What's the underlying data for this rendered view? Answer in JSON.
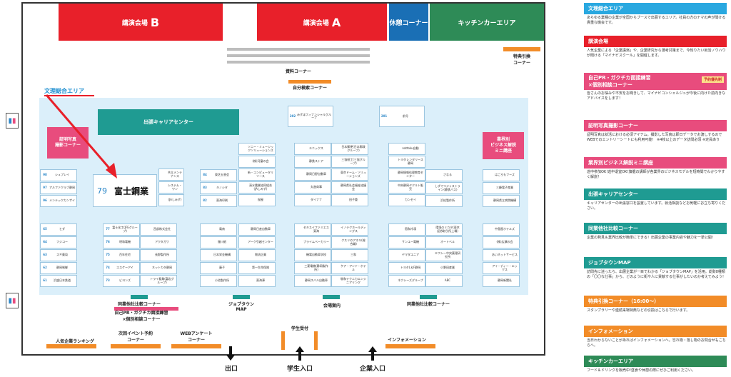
{
  "top_zones": {
    "lecture_b": "講演会場",
    "lecture_b_letter": "B",
    "lecture_a": "講演会場",
    "lecture_a_letter": "A",
    "rest": "休憩コーナー",
    "kitchen": "キッチンカーエリア"
  },
  "labels": {
    "special_exchange": "特典引換\nコーナー",
    "materials": "資料コーナー",
    "self_search": "自分検索コーナー",
    "bunri_area": "文理総合エリア",
    "career_center": "出張キャリアセンター",
    "photo": "証明写真\n撮影コーナー",
    "industry_mini": "業界別\nビジネス解説\nミニ講座",
    "compare_left": "同業他社比較コーナー",
    "pr_gachi": "自己PR・ガクチカ面接練習\n×個別相談コーナー",
    "jobtown": "ジョブタウン\nMAP",
    "venue_guide": "会場案内",
    "compare_right": "同業他社比較コーナー",
    "student_reception": "学生受付",
    "popular_ranking": "人気企業ランキング",
    "next_event": "次回イベント予約\nコーナー",
    "web_survey": "WEBアンケート\nコーナー",
    "information": "インフォメーション",
    "exit": "出口",
    "student_entrance": "学生入口",
    "company_entrance": "企業入口"
  },
  "highlight": {
    "number": "79",
    "name": "富士鋼業"
  },
  "booths": [
    {
      "n": "98",
      "name": "シュプレイ"
    },
    {
      "n": "97",
      "name": "アルファクラブ静岡"
    },
    {
      "n": "96",
      "name": "メンテックカンザイ"
    },
    {
      "n": "",
      "name": "共立メンテナンス"
    },
    {
      "n": "",
      "name": "システム・ワン"
    },
    {
      "n": "",
      "name": "(JAしみず)"
    },
    {
      "n": "84",
      "name": "東芝五香会"
    },
    {
      "n": "83",
      "name": "キノシタ"
    },
    {
      "n": "82",
      "name": "東海印刷"
    },
    {
      "n": "",
      "name": "ソニー・ミュージックソリューションズ"
    },
    {
      "n": "",
      "name": "(株)河童の会"
    },
    {
      "n": "",
      "name": "新・コンピュータリソース"
    },
    {
      "n": "",
      "name": "清水農業協同組合(JAしみず)"
    },
    {
      "n": "",
      "name": "桜屋"
    },
    {
      "n": "",
      "name": "ユニックス"
    },
    {
      "n": "",
      "name": "静鉄ストア"
    },
    {
      "n": "",
      "name": "静岡日野自動車"
    },
    {
      "n": "",
      "name": "丸進商事"
    },
    {
      "n": "",
      "name": "ダイナナ"
    },
    {
      "n": "",
      "name": "日本郵便(日本郵政グループ)"
    },
    {
      "n": "",
      "name": "三協紙工(三協グループ)"
    },
    {
      "n": "",
      "name": "東京ドーム・ソリューションズ"
    },
    {
      "n": "",
      "name": "静岡県社会福祉協議会"
    },
    {
      "n": "",
      "name": "田子重"
    },
    {
      "n": "",
      "name": "nattoku自動"
    },
    {
      "n": "",
      "name": "トヨタレンタリース静岡"
    },
    {
      "n": "",
      "name": "静岡情報処理教育センター"
    },
    {
      "n": "",
      "name": "中央静岡ヤクルト販売"
    },
    {
      "n": "",
      "name": "カンセイ"
    },
    {
      "n": "",
      "name": "さなる"
    },
    {
      "n": "",
      "name": "しずてつジャストライン(静鉄バス)"
    },
    {
      "n": "",
      "name": "浜松製作所"
    },
    {
      "n": "",
      "name": "はごろもフーズ"
    },
    {
      "n": "",
      "name": "三峰電子産業"
    },
    {
      "n": "",
      "name": "静岡県立病院機構"
    },
    {
      "n": "202",
      "name": "みずほフィナンシャルグループ"
    },
    {
      "n": "201",
      "name": "前号"
    },
    {
      "n": "65",
      "name": "ヒダ"
    },
    {
      "n": "64",
      "name": "フジコー"
    },
    {
      "n": "63",
      "name": "スギ薬局"
    },
    {
      "n": "62",
      "name": "静岡制御"
    },
    {
      "n": "61",
      "name": "浜盛日本鉄道"
    },
    {
      "n": "77",
      "name": "富士化工(JFEグループ)"
    },
    {
      "n": "76",
      "name": "明和電機"
    },
    {
      "n": "75",
      "name": "百年住宅"
    },
    {
      "n": "74",
      "name": "エスケーアイ"
    },
    {
      "n": "73",
      "name": "ビヨンズ"
    },
    {
      "n": "",
      "name": "西部株式会社"
    },
    {
      "n": "",
      "name": "アクタガワ"
    },
    {
      "n": "",
      "name": "長野製作所"
    },
    {
      "n": "",
      "name": "ネットカタ静岡"
    },
    {
      "n": "",
      "name": "トライ看業(富岩グループ)"
    },
    {
      "n": "",
      "name": "電南"
    },
    {
      "n": "",
      "name": "服川紙"
    },
    {
      "n": "",
      "name": "日本栄金機構"
    },
    {
      "n": "",
      "name": "藤子"
    },
    {
      "n": "",
      "name": "小池製作所"
    },
    {
      "n": "",
      "name": "静岡日産自動車"
    },
    {
      "n": "",
      "name": "アーク引越センター"
    },
    {
      "n": "",
      "name": "物流企業"
    },
    {
      "n": "",
      "name": "第一生命保険"
    },
    {
      "n": "",
      "name": "東海澤"
    },
    {
      "n": "",
      "name": "セキスイファミエス東海"
    },
    {
      "n": "",
      "name": "プライムベーカリー"
    },
    {
      "n": "",
      "name": "機電自動車学校"
    },
    {
      "n": "",
      "name": "三菱電機(静岡製作所)"
    },
    {
      "n": "",
      "name": "静岡スバル自動車"
    },
    {
      "n": "",
      "name": "イノテクホールディングス"
    },
    {
      "n": "",
      "name": "クスリのアオキ(総合職)"
    },
    {
      "n": "",
      "name": "三和"
    },
    {
      "n": "",
      "name": "ケア・アンド・ホテル"
    },
    {
      "n": "",
      "name": "駿和テクニカエンジニアリング"
    },
    {
      "n": "",
      "name": "宿和冷凍"
    },
    {
      "n": "",
      "name": "サンユー電機"
    },
    {
      "n": "",
      "name": "ヤマダユニア"
    },
    {
      "n": "",
      "name": "トヨタL＆F静岡"
    },
    {
      "n": "",
      "name": "ネクシーズグループ"
    },
    {
      "n": "",
      "name": "環境のミカタ(東京証券取引所上場)"
    },
    {
      "n": "",
      "name": "オートベル"
    },
    {
      "n": "",
      "name": "エフシー中央薬理研究所"
    },
    {
      "n": "",
      "name": "小野田産業"
    },
    {
      "n": "",
      "name": "ABC"
    },
    {
      "n": "",
      "name": "中島屋ホテルズ"
    },
    {
      "n": "",
      "name": "(株)広瀬の会"
    },
    {
      "n": "",
      "name": "あいネットサービス"
    },
    {
      "n": "",
      "name": "アイ・ディー・エックス"
    },
    {
      "n": "",
      "name": "静岡新聞社"
    }
  ],
  "legend": [
    {
      "title": "文理総合エリア",
      "color": "#29a8e0",
      "desc": "あらゆる業種の企業が全国からブースで出展するエリア。社員の方のナマの声が聞ける貴重な機会です。"
    },
    {
      "title": "講演会場",
      "color": "#e8202a",
      "desc": "人気企業による「企業講演」や、企業研究から選考対策まで、今知りたい就活ノウハウが聞ける「マイナビスクール」を開催します。"
    },
    {
      "title": "自己PR・ガクチカ面接練習\n×個別相談コーナー",
      "color": "#e84c7d",
      "badge": "予約優先制",
      "desc": "皆さんのお悩みや不安をお聞きして、マイナビコンシェルジュが今後に向けた前向きなアドバイスをします！"
    },
    {
      "title": "証明写真撮影コーナー",
      "color": "#e84c7d",
      "desc": "証明写真は就活における必須アイテム。撮影した写真は即日データでお渡しするので WEBでのエントリーシートにも利用可能！ ※4枚以上のデータ訪問必須 ※定員あり"
    },
    {
      "title": "業界別ビジネス解説ミニ講座",
      "color": "#e84c7d",
      "desc": "途中参加OK!途中退室OK!旗艦の講師が各業界のビジネスモデルを短時間でわかりやすく解説！"
    },
    {
      "title": "出張キャリアセンター",
      "color": "#1f9b92",
      "desc": "キャリアセンターの出張窓口を設置しています。就活相談などお気軽にお立ち寄りください。"
    },
    {
      "title": "同業他社比較コーナー",
      "color": "#1f9b92",
      "desc": "企業の発見＆業界比較が簡単にできる！出展企業の事業内容や魅力を一挙公開！"
    },
    {
      "title": "ジョブタウンMAP",
      "color": "#1f9b92",
      "desc": "訪問先に迷ったら、出展企業が一目でわかる「ジョブタウンMAP」を活用。総勢8種類の「〇〇な仕事」から、どのように街や人に貢献する仕事がしたいのか考えてみよう！"
    },
    {
      "title": "特典引換コーナー（16:00～）",
      "color": "#f28c28",
      "desc": "スタンプラリーや連続来場特典などの引換はこちらで行います。"
    },
    {
      "title": "インフォメーション",
      "color": "#f28c28",
      "desc": "当日わからないことがあればインフォメーションへ。忘れ物・落し物のお問合せもこちらへ。"
    },
    {
      "title": "キッチンカーエリア",
      "color": "#2e8b57",
      "desc": "フード＆ドリンクを販売中!昼食や休憩の際にぜひご利用ください。"
    }
  ]
}
